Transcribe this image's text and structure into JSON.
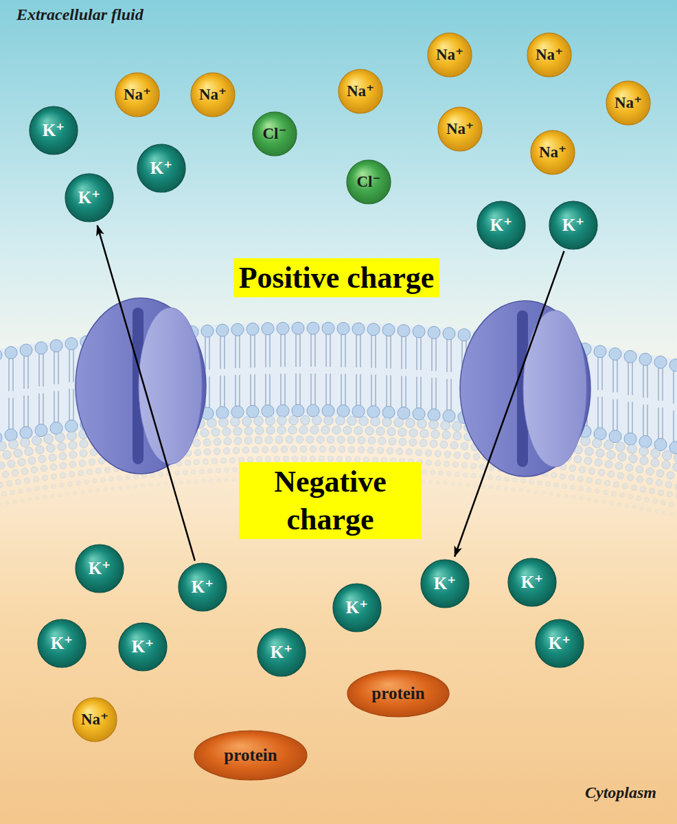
{
  "diagram": {
    "nodes": [
      {
        "text": [
          "Na⁺"
        ]
      },
      {
        "text": [
          "Na⁺"
        ]
      },
      {
        "text": [
          "Na⁺"
        ]
      },
      {
        "text": [
          "Na⁺"
        ]
      },
      {
        "text": [
          "Na⁺"
        ]
      },
      {
        "text": [
          "Na⁺"
        ]
      },
      {
        "text": [
          "Na⁺"
        ]
      },
      {
        "text": [
          "K⁺"
        ]
      },
      {
        "text": [
          "Cl⁻"
        ]
      },
      {
        "text": [
          "Na⁺"
        ]
      },
      {
        "text": [
          "K⁺"
        ]
      },
      {
        "text": [
          "Cl⁻"
        ]
      },
      {
        "text": [
          "K⁺"
        ]
      },
      {
        "text": [
          "K⁺"
        ]
      },
      {
        "text": [
          "K⁺"
        ]
      },
      {
        "text": [
          "Positive charge"
        ]
      },
      {
        "text": [
          "Negative charge"
        ]
      },
      {
        "text": [
          "K⁺"
        ]
      },
      {
        "text": [
          "K⁺"
        ]
      },
      {
        "text": [
          "K⁺"
        ]
      },
      {
        "text": [
          "K⁺"
        ]
      },
      {
        "text": [
          "K⁺"
        ]
      },
      {
        "text": [
          "K⁺"
        ]
      },
      {
        "text": [
          "K⁺"
        ]
      },
      {
        "text": [
          "K⁺"
        ]
      },
      {
        "text": [
          "K⁺"
        ]
      },
      {
        "text": [
          "protein"
        ]
      },
      {
        "text": [
          "Na⁺"
        ]
      },
      {
        "text": [
          "protein"
        ]
      }
    ],
    "edges": [
      {
        "from": 18,
        "to": 12,
        "arrow": "to"
      },
      {
        "from": 14,
        "to": 19,
        "arrow": "to"
      }
    ],
    "labels": [
      "Extracellular fluid",
      "Cytoplasm"
    ]
  }
}
